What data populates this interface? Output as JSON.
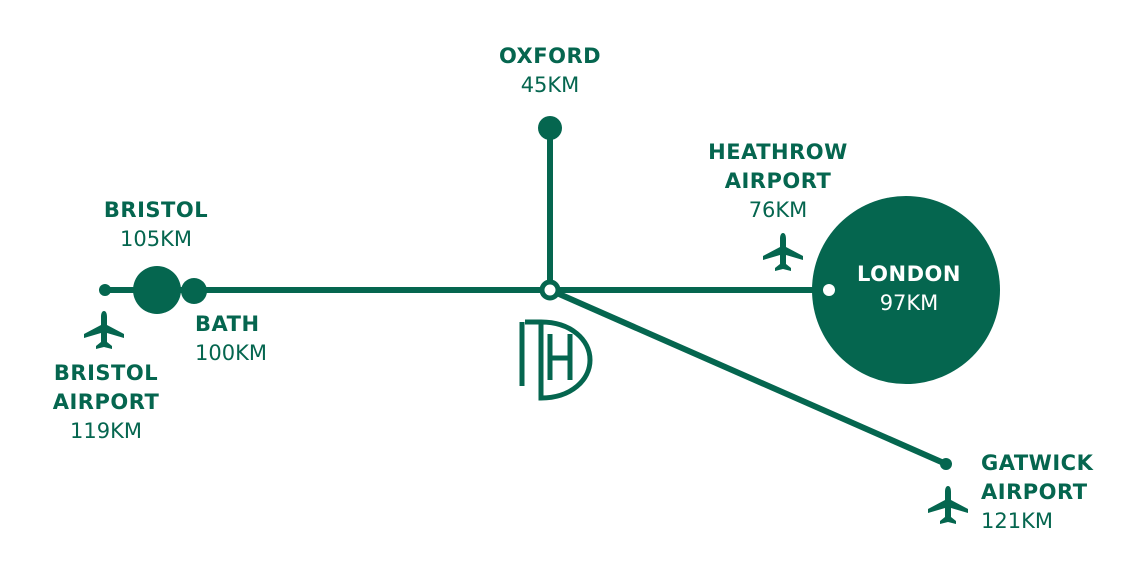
{
  "colors": {
    "primary": "#05664f",
    "background": "#ffffff",
    "on_primary": "#ffffff"
  },
  "logo": {
    "icon": "dh-monogram-icon",
    "letters": "DH"
  },
  "destinations": {
    "oxford": {
      "name": "OXFORD",
      "distance": "45KM"
    },
    "bristol": {
      "name": "BRISTOL",
      "distance": "105KM"
    },
    "bath": {
      "name": "BATH",
      "distance": "100KM"
    },
    "bristol_airport": {
      "name_line1": "BRISTOL",
      "name_line2": "AIRPORT",
      "distance": "119KM",
      "icon": "airplane-icon"
    },
    "heathrow_airport": {
      "name_line1": "HEATHROW",
      "name_line2": "AIRPORT",
      "distance": "76KM",
      "icon": "airplane-icon"
    },
    "london": {
      "name": "LONDON",
      "distance": "97KM"
    },
    "gatwick_airport": {
      "name_line1": "GATWICK",
      "name_line2": "AIRPORT",
      "distance": "121KM",
      "icon": "airplane-icon"
    }
  }
}
